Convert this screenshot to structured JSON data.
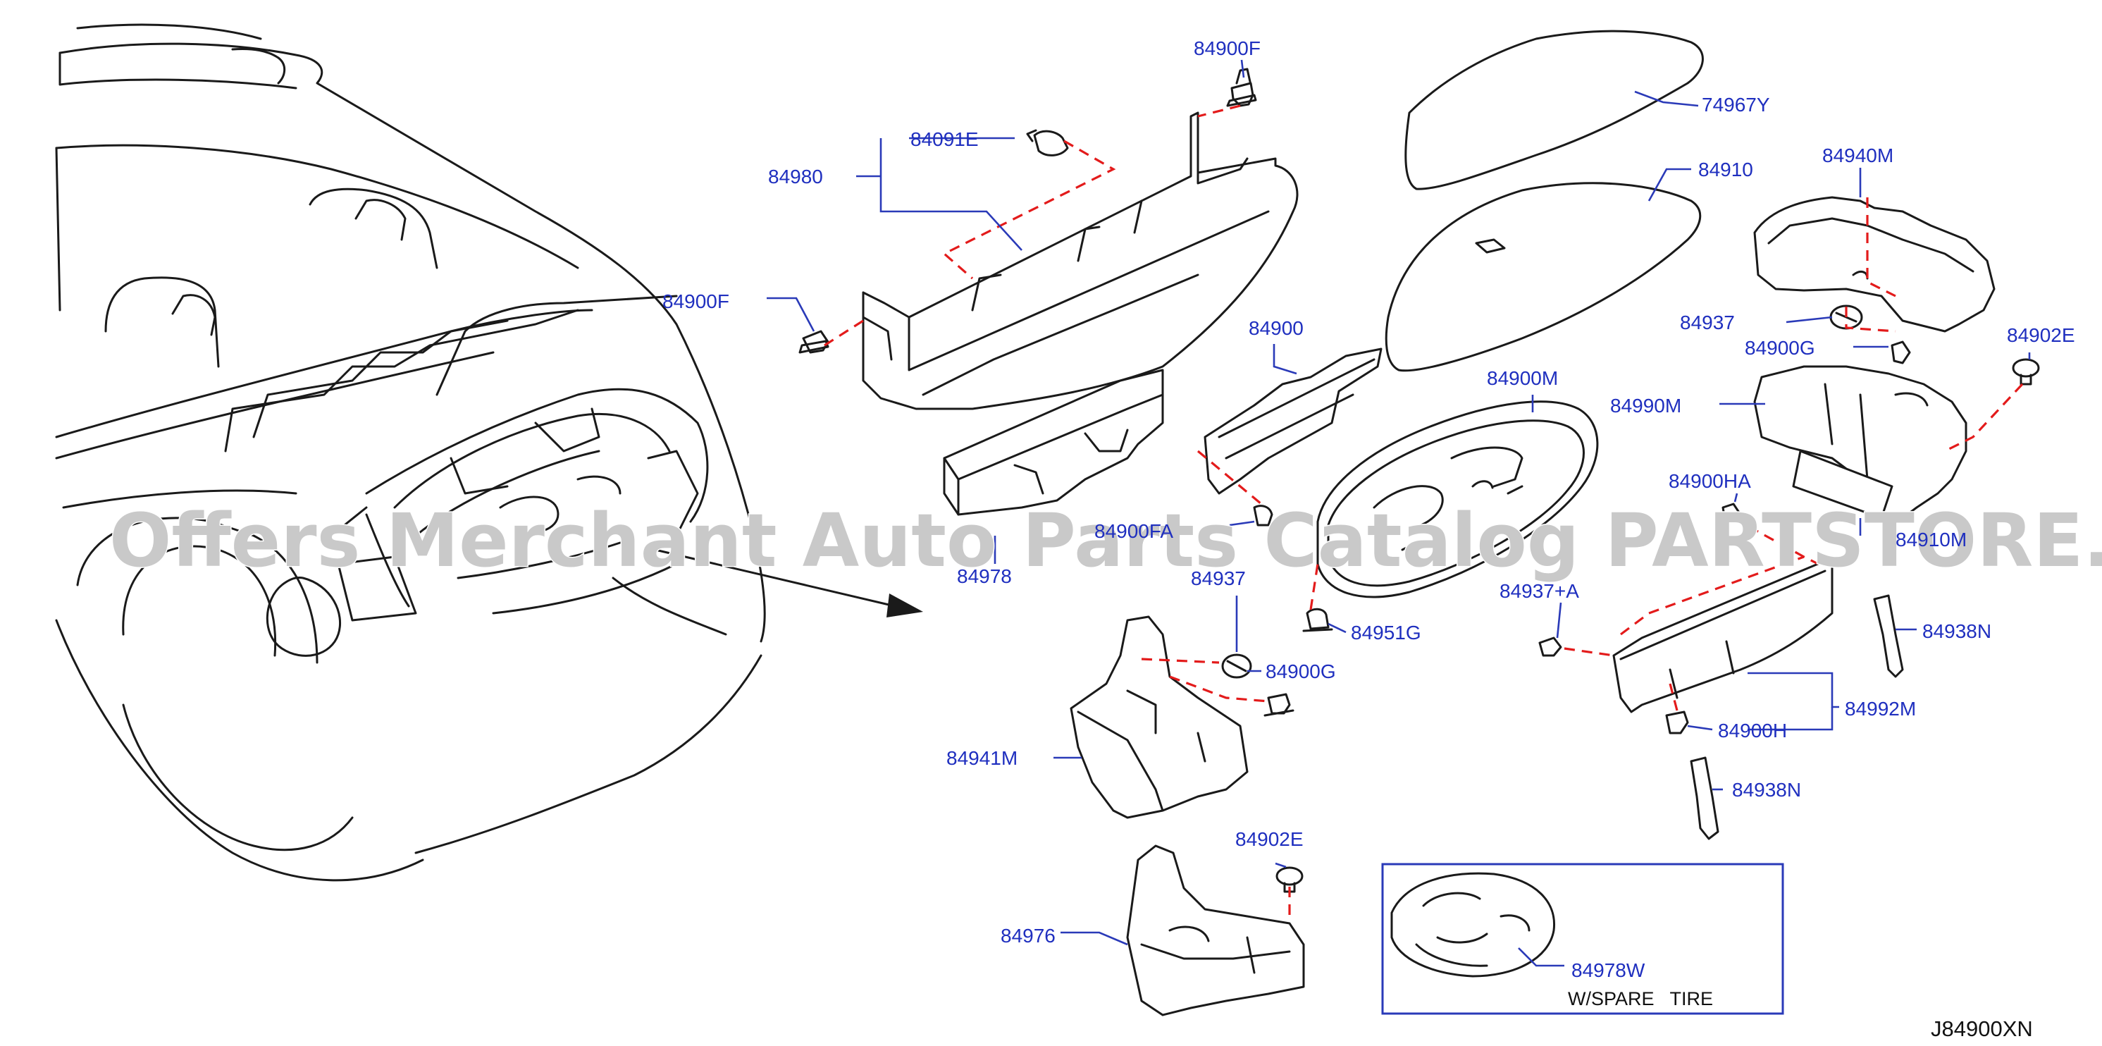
{
  "colors": {
    "label": "#1f2fbf",
    "leader": "#2a3ab8",
    "dashed_guide": "#e31b1b",
    "linework": "#1a1a1a",
    "watermark": "#c9c9c9",
    "background": "#ffffff"
  },
  "watermark": "Offers Merchant Auto Parts Catalog PARTSTORE.SA",
  "figure_code": "J84900XN",
  "inset": {
    "note": "W/SPARE   TIRE"
  },
  "labels": {
    "p84900F_top": "84900F",
    "p84091E": "84091E",
    "p84980": "84980",
    "p84900F_left": "84900F",
    "p74967Y": "74967Y",
    "p84910": "84910",
    "p84940M": "84940M",
    "p84937_right": "84937",
    "p84900G_right": "84900G",
    "p84902E_right": "84902E",
    "p84990M": "84990M",
    "p84900": "84900",
    "p84900M": "84900M",
    "p84900FA": "84900FA",
    "p84978": "84978",
    "p84937_center": "84937",
    "p84900G_center": "84900G",
    "p84951G": "84951G",
    "p84900HA": "84900HA",
    "p84910M": "84910M",
    "p84937A": "84937+A",
    "p84938N_upper": "84938N",
    "p84992M": "84992M",
    "p84900H": "84900H",
    "p84941M": "84941M",
    "p84938N_lower": "84938N",
    "p84902E_lower": "84902E",
    "p84976": "84976",
    "p84978W": "84978W"
  }
}
